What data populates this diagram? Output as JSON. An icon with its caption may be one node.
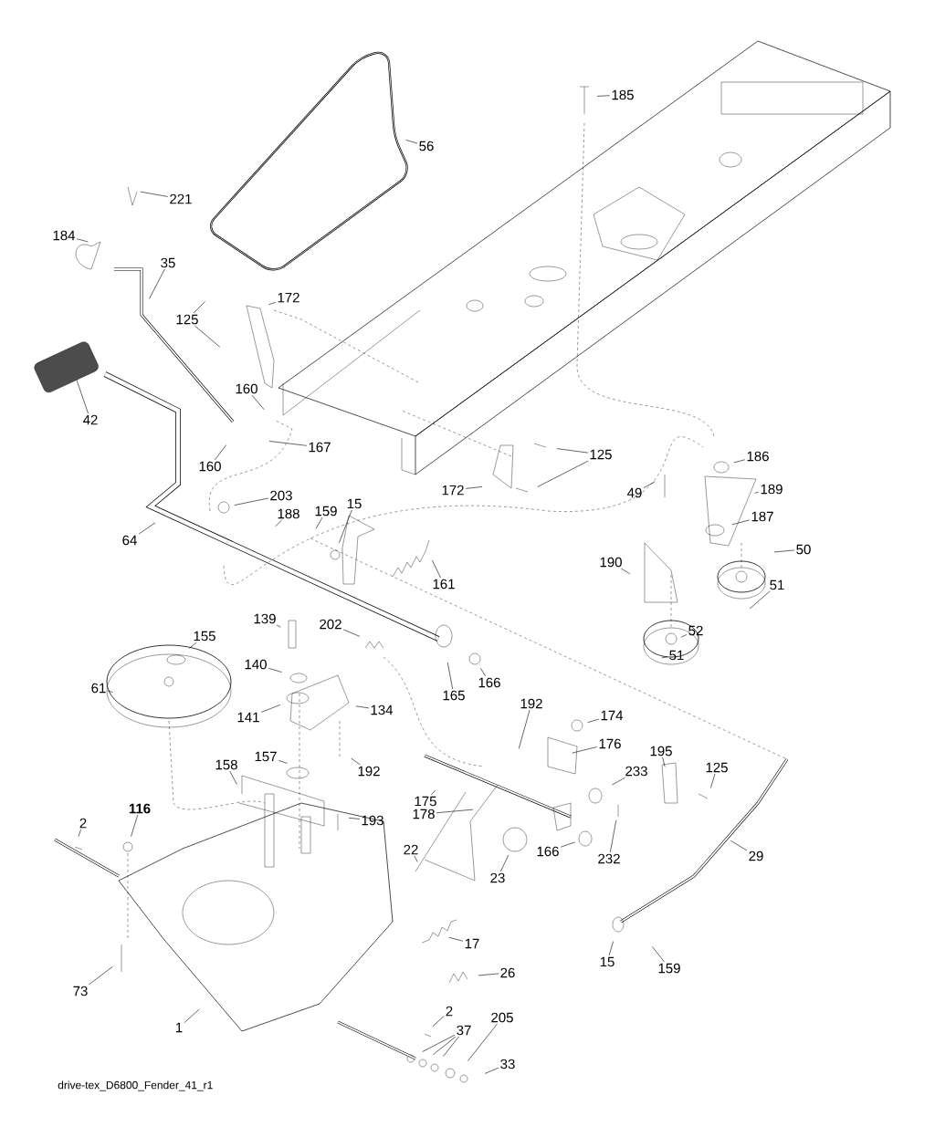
{
  "diagram": {
    "nodes": [
      {
        "text": [
          "185"
        ]
      },
      {
        "text": [
          "56"
        ]
      },
      {
        "text": [
          "221"
        ]
      },
      {
        "text": [
          "184"
        ]
      },
      {
        "text": [
          "35"
        ]
      },
      {
        "text": [
          "172"
        ]
      },
      {
        "text": [
          "125"
        ]
      },
      {
        "text": [
          "42"
        ]
      },
      {
        "text": [
          "160"
        ]
      },
      {
        "text": [
          "160"
        ]
      },
      {
        "text": [
          "167"
        ]
      },
      {
        "text": [
          "203"
        ]
      },
      {
        "text": [
          "15"
        ]
      },
      {
        "text": [
          "159"
        ]
      },
      {
        "text": [
          "188"
        ]
      },
      {
        "text": [
          "64"
        ]
      },
      {
        "text": [
          "161"
        ]
      },
      {
        "text": [
          "125"
        ]
      },
      {
        "text": [
          "172"
        ]
      },
      {
        "text": [
          "186"
        ]
      },
      {
        "text": [
          "49"
        ]
      },
      {
        "text": [
          "189"
        ]
      },
      {
        "text": [
          "187"
        ]
      },
      {
        "text": [
          "190"
        ]
      },
      {
        "text": [
          "50"
        ]
      },
      {
        "text": [
          "51"
        ]
      },
      {
        "text": [
          "52"
        ]
      },
      {
        "text": [
          "51"
        ]
      },
      {
        "text": [
          "165"
        ]
      },
      {
        "text": [
          "166"
        ]
      },
      {
        "text": [
          "139"
        ]
      },
      {
        "text": [
          "202"
        ]
      },
      {
        "text": [
          "155"
        ]
      },
      {
        "text": [
          "140"
        ]
      },
      {
        "text": [
          "61"
        ]
      },
      {
        "text": [
          "141"
        ]
      },
      {
        "text": [
          "134"
        ]
      },
      {
        "text": [
          "157"
        ]
      },
      {
        "text": [
          "192"
        ]
      },
      {
        "text": [
          "158"
        ]
      },
      {
        "text": [
          "116"
        ]
      },
      {
        "text": [
          "2"
        ]
      },
      {
        "text": [
          "193"
        ]
      },
      {
        "text": [
          "192"
        ]
      },
      {
        "text": [
          "174"
        ]
      },
      {
        "text": [
          "176"
        ]
      },
      {
        "text": [
          "175"
        ]
      },
      {
        "text": [
          "178"
        ]
      },
      {
        "text": [
          "233"
        ]
      },
      {
        "text": [
          "195"
        ]
      },
      {
        "text": [
          "125"
        ]
      },
      {
        "text": [
          "232"
        ]
      },
      {
        "text": [
          "166"
        ]
      },
      {
        "text": [
          "23"
        ]
      },
      {
        "text": [
          "22"
        ]
      },
      {
        "text": [
          "29"
        ]
      },
      {
        "text": [
          "17"
        ]
      },
      {
        "text": [
          "26"
        ]
      },
      {
        "text": [
          "15"
        ]
      },
      {
        "text": [
          "159"
        ]
      },
      {
        "text": [
          "73"
        ]
      },
      {
        "text": [
          "1"
        ]
      },
      {
        "text": [
          "2"
        ]
      },
      {
        "text": [
          "37"
        ]
      },
      {
        "text": [
          "205"
        ]
      },
      {
        "text": [
          "33"
        ]
      }
    ],
    "edges": [
      {
        "from": 0,
        "to": null,
        "arrow": "none"
      },
      {
        "from": 1,
        "to": null,
        "arrow": "none"
      },
      {
        "from": 2,
        "to": null,
        "arrow": "none"
      },
      {
        "from": 3,
        "to": null,
        "arrow": "none"
      },
      {
        "from": 4,
        "to": null,
        "arrow": "none"
      },
      {
        "from": 5,
        "to": null,
        "arrow": "none"
      },
      {
        "from": 6,
        "to": null,
        "arrow": "none"
      },
      {
        "from": 6,
        "to": null,
        "arrow": "none"
      },
      {
        "from": 7,
        "to": null,
        "arrow": "none"
      },
      {
        "from": 8,
        "to": null,
        "arrow": "none"
      },
      {
        "from": 9,
        "to": null,
        "arrow": "none"
      },
      {
        "from": 10,
        "to": null,
        "arrow": "none"
      },
      {
        "from": 11,
        "to": null,
        "arrow": "none"
      },
      {
        "from": 12,
        "to": null,
        "arrow": "none"
      },
      {
        "from": 13,
        "to": null,
        "arrow": "none"
      },
      {
        "from": 14,
        "to": null,
        "arrow": "none"
      },
      {
        "from": 15,
        "to": null,
        "arrow": "none"
      },
      {
        "from": 16,
        "to": null,
        "arrow": "none"
      },
      {
        "from": 17,
        "to": null,
        "arrow": "none"
      },
      {
        "from": 17,
        "to": null,
        "arrow": "none"
      },
      {
        "from": 18,
        "to": null,
        "arrow": "none"
      },
      {
        "from": 19,
        "to": null,
        "arrow": "none"
      },
      {
        "from": 20,
        "to": null,
        "arrow": "none"
      },
      {
        "from": 21,
        "to": null,
        "arrow": "none"
      },
      {
        "from": 22,
        "to": null,
        "arrow": "none"
      },
      {
        "from": 23,
        "to": null,
        "arrow": "none"
      },
      {
        "from": 24,
        "to": null,
        "arrow": "none"
      },
      {
        "from": 25,
        "to": null,
        "arrow": "none"
      },
      {
        "from": 26,
        "to": null,
        "arrow": "none"
      },
      {
        "from": 27,
        "to": null,
        "arrow": "none"
      },
      {
        "from": 28,
        "to": null,
        "arrow": "none"
      },
      {
        "from": 29,
        "to": null,
        "arrow": "none"
      },
      {
        "from": 30,
        "to": null,
        "arrow": "none"
      },
      {
        "from": 31,
        "to": null,
        "arrow": "none"
      },
      {
        "from": 32,
        "to": null,
        "arrow": "none"
      },
      {
        "from": 33,
        "to": null,
        "arrow": "none"
      },
      {
        "from": 34,
        "to": null,
        "arrow": "none"
      },
      {
        "from": 35,
        "to": null,
        "arrow": "none"
      },
      {
        "from": 36,
        "to": null,
        "arrow": "none"
      },
      {
        "from": 37,
        "to": null,
        "arrow": "none"
      },
      {
        "from": 38,
        "to": null,
        "arrow": "none"
      },
      {
        "from": 39,
        "to": null,
        "arrow": "none"
      },
      {
        "from": 40,
        "to": null,
        "arrow": "none"
      },
      {
        "from": 41,
        "to": null,
        "arrow": "none"
      },
      {
        "from": 42,
        "to": null,
        "arrow": "none"
      },
      {
        "from": 43,
        "to": null,
        "arrow": "none"
      },
      {
        "from": 44,
        "to": null,
        "arrow": "none"
      },
      {
        "from": 45,
        "to": null,
        "arrow": "none"
      },
      {
        "from": 46,
        "to": null,
        "arrow": "none"
      },
      {
        "from": 47,
        "to": null,
        "arrow": "none"
      },
      {
        "from": 48,
        "to": null,
        "arrow": "none"
      },
      {
        "from": 49,
        "to": null,
        "arrow": "none"
      },
      {
        "from": 50,
        "to": null,
        "arrow": "none"
      },
      {
        "from": 51,
        "to": null,
        "arrow": "none"
      },
      {
        "from": 52,
        "to": null,
        "arrow": "none"
      },
      {
        "from": 53,
        "to": null,
        "arrow": "none"
      },
      {
        "from": 54,
        "to": null,
        "arrow": "none"
      },
      {
        "from": 55,
        "to": null,
        "arrow": "none"
      },
      {
        "from": 56,
        "to": null,
        "arrow": "none"
      },
      {
        "from": 57,
        "to": null,
        "arrow": "none"
      },
      {
        "from": 58,
        "to": null,
        "arrow": "none"
      },
      {
        "from": 59,
        "to": null,
        "arrow": "none"
      },
      {
        "from": 60,
        "to": null,
        "arrow": "none"
      },
      {
        "from": 61,
        "to": null,
        "arrow": "none"
      },
      {
        "from": 62,
        "to": null,
        "arrow": "none"
      },
      {
        "from": 63,
        "to": null,
        "arrow": "none"
      },
      {
        "from": 63,
        "to": null,
        "arrow": "none"
      },
      {
        "from": 63,
        "to": null,
        "arrow": "none"
      },
      {
        "from": 64,
        "to": null,
        "arrow": "none"
      },
      {
        "from": 65,
        "to": null,
        "arrow": "none"
      }
    ],
    "labels": [
      "drive-tex_D6800_Fender_41_r1"
    ]
  }
}
